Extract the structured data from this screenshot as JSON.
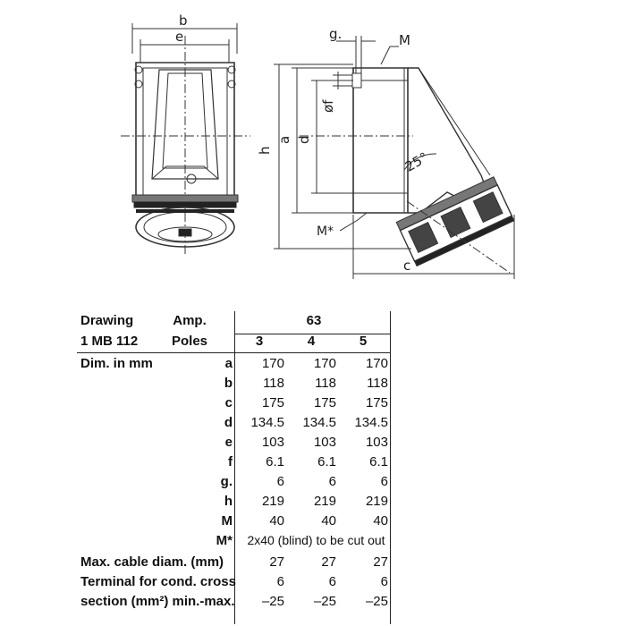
{
  "diagram": {
    "labels": {
      "b": "b",
      "e": "e",
      "g": "g.",
      "M": "M",
      "a": "a",
      "d": "d",
      "f": "øf",
      "h": "h",
      "c": "c",
      "angle": "25°",
      "m_star": "M*"
    }
  },
  "table": {
    "drawing_label": "Drawing",
    "drawing_code": "1 MB 112",
    "amp_label": "Amp.",
    "amp_value": "63",
    "poles_label": "Poles",
    "poles": [
      "3",
      "4",
      "5"
    ],
    "dim_label": "Dim. in mm",
    "rows": [
      {
        "code": "a",
        "values": [
          "170",
          "170",
          "170"
        ]
      },
      {
        "code": "b",
        "values": [
          "118",
          "118",
          "118"
        ]
      },
      {
        "code": "c",
        "values": [
          "175",
          "175",
          "175"
        ]
      },
      {
        "code": "d",
        "values": [
          "134.5",
          "134.5",
          "134.5"
        ]
      },
      {
        "code": "e",
        "values": [
          "103",
          "103",
          "103"
        ]
      },
      {
        "code": "f",
        "values": [
          "6.1",
          "6.1",
          "6.1"
        ]
      },
      {
        "code": "g.",
        "values": [
          "6",
          "6",
          "6"
        ]
      },
      {
        "code": "h",
        "values": [
          "219",
          "219",
          "219"
        ]
      },
      {
        "code": "M",
        "values": [
          "40",
          "40",
          "40"
        ]
      }
    ],
    "mstar_code": "M*",
    "mstar_value": "2x40 (blind) to be cut out",
    "cable_label": "Max. cable diam. (mm)",
    "cable_values": [
      "27",
      "27",
      "27"
    ],
    "terminal_label_1": "Terminal for cond. cross",
    "terminal_values_1": [
      "6",
      "6",
      "6"
    ],
    "terminal_label_2": "section (mm²) min.-max.",
    "terminal_values_2": [
      "–25",
      "–25",
      "–25"
    ]
  }
}
